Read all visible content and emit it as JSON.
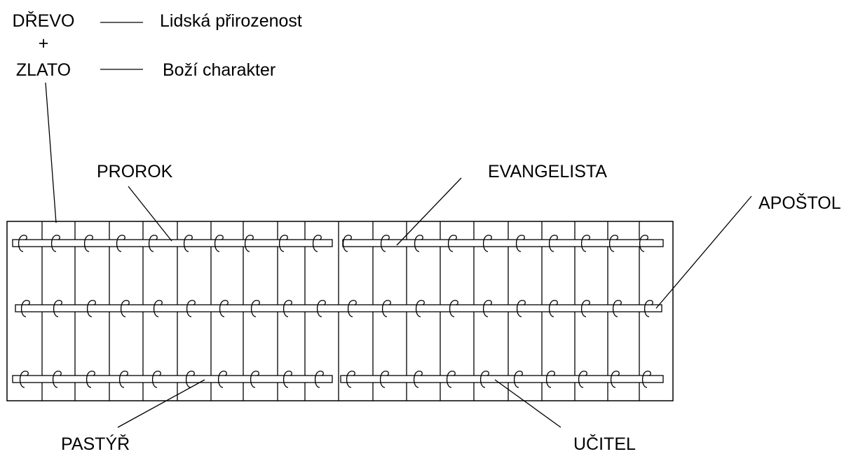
{
  "legend": {
    "wood": "DŘEVO",
    "plus": "+",
    "gold": "ZLATO",
    "wood_meaning": "Lidská přirozenost",
    "gold_meaning": "Boží charakter"
  },
  "callouts": {
    "prophet": "PROROK",
    "evangelist": "EVANGELISTA",
    "apostle": "APOŠTOL",
    "shepherd": "PASTÝŘ",
    "teacher": "UČITEL"
  },
  "colors": {
    "ink": "#000000",
    "background": "#ffffff"
  }
}
